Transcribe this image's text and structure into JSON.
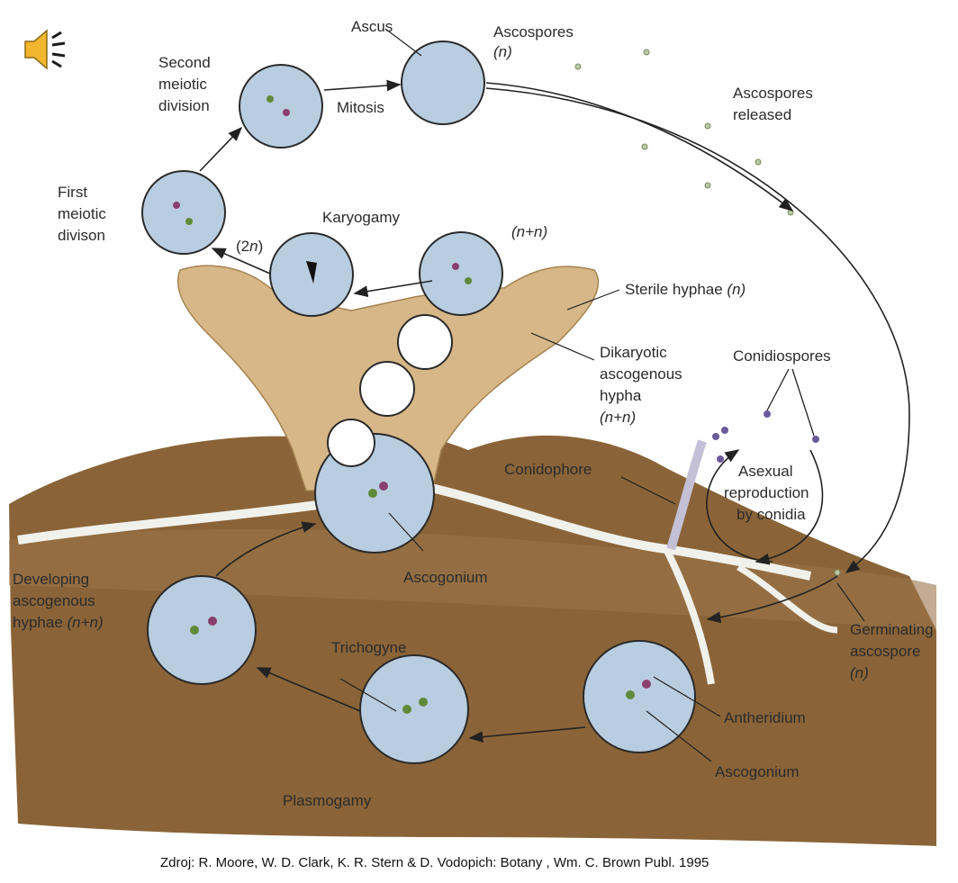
{
  "labels": {
    "ascus": "Ascus",
    "ascospores": "Ascospores",
    "ascospores_n": "(n)",
    "ascospores_released_1": "Ascospores",
    "ascospores_released_2": "released",
    "second_meiotic_1": "Second",
    "second_meiotic_2": "meiotic",
    "second_meiotic_3": "division",
    "mitosis": "Mitosis",
    "first_meiotic_1": "First",
    "first_meiotic_2": "meiotic",
    "first_meiotic_3": "divison",
    "karyogamy": "Karyogamy",
    "two_n_open": "(2",
    "two_n_n": "n",
    "two_n_close": ")",
    "n_plus_n_top": "(n+n)",
    "sterile_hyphae": "Sterile hyphae",
    "sterile_hyphae_n": "(n)",
    "dikaryotic_1": "Dikaryotic",
    "dikaryotic_2": "ascogenous",
    "dikaryotic_3": "hypha",
    "dikaryotic_4": "(n+n)",
    "conidiospores": "Conidiospores",
    "conidophore": "Conidophore",
    "asexual_1": "Asexual",
    "asexual_2": "reproduction",
    "asexual_3": "by conidia",
    "ascogonium_upper": "Ascogonium",
    "developing_1": "Developing",
    "developing_2": "ascogenous",
    "developing_3": "hyphae",
    "developing_4": "(n+n)",
    "trichogyne": "Trichogyne",
    "germinating_1": "Germinating",
    "germinating_2": "ascospore",
    "germinating_3": "(n)",
    "antheridium": "Antheridium",
    "ascogonium_lower": "Ascogonium",
    "plasmogamy": "Plasmogamy"
  },
  "credit": "Zdroj: R. Moore, W. D. Clark, K. R. Stern & D. Vodopich: Botany , Wm. C. Brown Publ. 1995",
  "icons": {
    "audio": "speaker-icon"
  },
  "colors": {
    "soil": "#8a6438",
    "soil_light": "#a07a4e",
    "fruit_body": "#d7b787",
    "circle_fill": "#b9cde0",
    "circle_stroke": "#2a2a2a",
    "nucleus_green": "#5f8a3a",
    "nucleus_purple": "#8a3f6e",
    "arrow": "#222222"
  }
}
